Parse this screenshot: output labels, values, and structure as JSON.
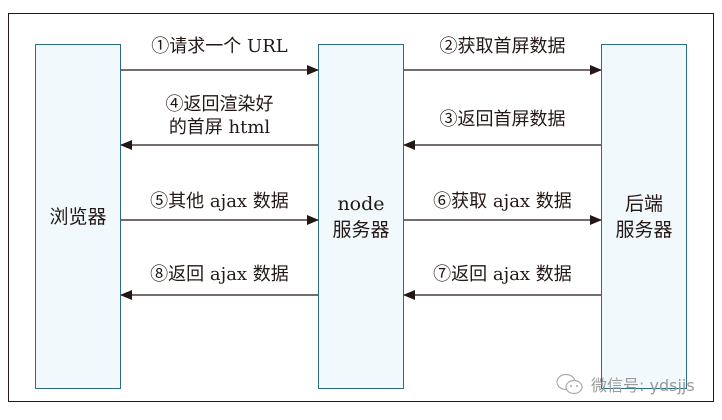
{
  "nodes": {
    "browser": "浏览器",
    "node_line1": "node",
    "node_line2": "服务器",
    "backend_line1": "后端",
    "backend_line2": "服务器"
  },
  "arrows": [
    {
      "label": "①请求一个 URL",
      "from": "browser",
      "to": "node"
    },
    {
      "label": "②获取首屏数据",
      "from": "node",
      "to": "backend"
    },
    {
      "label": "③返回首屏数据",
      "from": "backend",
      "to": "node"
    },
    {
      "label_line1": "④返回渲染好",
      "label_line2": "的首屏 html",
      "from": "node",
      "to": "browser"
    },
    {
      "label": "⑤其他 ajax 数据",
      "from": "browser",
      "to": "node"
    },
    {
      "label": "⑥获取 ajax 数据",
      "from": "node",
      "to": "backend"
    },
    {
      "label": "⑦返回 ajax 数据",
      "from": "backend",
      "to": "node"
    },
    {
      "label": "⑧返回 ajax 数据",
      "from": "node",
      "to": "browser"
    }
  ],
  "watermark": "微信号: ydsjjs",
  "colors": {
    "box_fill": "#f2f9fc",
    "box_stroke": "#2b6c80",
    "line": "#231815"
  }
}
